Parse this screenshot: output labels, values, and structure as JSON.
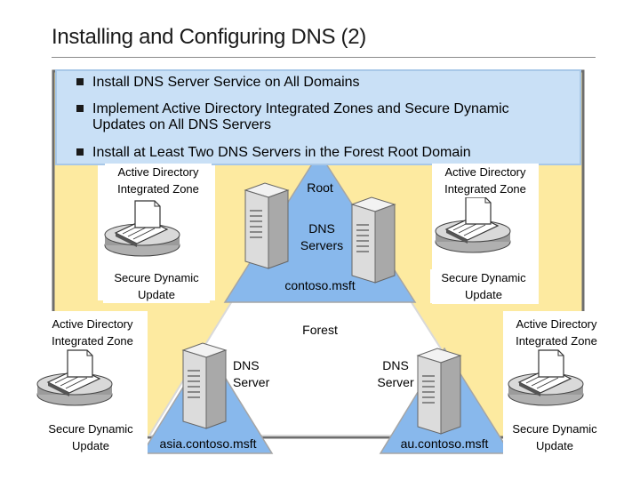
{
  "slide": {
    "title": "Installing and Configuring DNS (2)",
    "bullets": [
      "Install DNS Server Service on All Domains",
      "Implement Active Directory Integrated Zones and Secure Dynamic",
      "Updates on All DNS Servers",
      "Install at Least Two DNS Servers in the Forest Root Domain"
    ]
  },
  "diagram": {
    "root": "Root",
    "dns_servers_1": "DNS",
    "dns_servers_2": "Servers",
    "root_domain": "contoso.msft",
    "forest": "Forest",
    "dns_server_1": "DNS",
    "dns_server_2": "Server",
    "asia_domain": "asia.contoso.msft",
    "au_domain": "au.contoso.msft",
    "adiz_1": "Active Directory",
    "adiz_2": "Integrated Zone",
    "sdu_1": "Secure Dynamic",
    "sdu_2": "Update"
  },
  "colors": {
    "bullet_box": "#c9e0f6",
    "forest_fill": "#fdeaa0",
    "domain_triangle": "#88b8ec",
    "forest_border": "#6e6e6e"
  }
}
